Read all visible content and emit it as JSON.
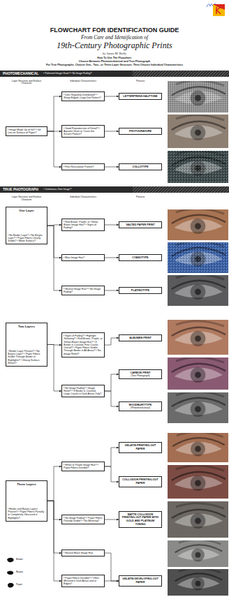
{
  "diagram": {
    "title": "FLOWCHART FOR IDENTIFICATION GUIDE",
    "nodes": [
      {
        "text": [
          "• Image Made Up of Ink? • Ink Lies on Surface of Paper?"
        ]
      },
      {
        "text": [
          "• Dots Regularly Distributed? • Sharp-Edged, Large Dot Pattern?"
        ]
      },
      {
        "text": [
          "LETTERPRESS HALFTONE"
        ]
      },
      {
        "text": [
          "• Good Reproduction of Detail? • Aquatint Grain or Cross-line Screen Pattern?"
        ]
      },
      {
        "text": [
          "PHOTOGRAVURE"
        ]
      },
      {
        "text": [
          "• Fine Reticulation Pattern?"
        ]
      },
      {
        "text": [
          "COLLOTYPE"
        ]
      },
      {
        "text": [
          "One Layer",
          "• No Binder Layer? • No Baryta Layer? • Paper Fibers Clearly Visible? • Matte Surface?"
        ]
      },
      {
        "text": [
          "• Red-Brown, Purple, or Yellow-Brown Image Hue? • Signs of Fading?"
        ]
      },
      {
        "text": [
          "SALTED PAPER PRINT"
        ]
      },
      {
        "text": [
          "• Blue Image Hue?"
        ]
      },
      {
        "text": [
          "CYANOTYPE"
        ]
      },
      {
        "text": [
          "• Neutral Image Hue? • No Image Fading?"
        ]
      },
      {
        "text": [
          "PLATINOTYPE"
        ]
      },
      {
        "text": [
          "Two Layers",
          "• Binder Layer Present? • No Baryta Layer? • Paper Fibers Visible Through Binder in Highlights? • Glossy Surface Sheen?"
        ]
      },
      {
        "text": [
          "• Signs of Fading? • Highlight Yellowing? • Red-Brown, Purple, or Yellow-Brown Image Hue? • If Binder is Cracked, Fine Cracks Overall? • Paper Fibers Visible Through Binder in All Areas? • No Image Relief?"
        ]
      },
      {
        "text": [
          "ALBUMEN PRINT"
        ]
      },
      {
        "text": [
          "• No Image Fading? • Image Relief? • If Binder is Cracked, Large Cracks in Dark Areas Only?"
        ]
      },
      {
        "text": [
          "CARBON PRINT",
          "(True Photograph)"
        ]
      },
      {
        "text": [
          "WOODBURYTYPE",
          "(Photomechanical)"
        ]
      },
      {
        "text": [
          "Three Layers",
          "• Binder and Baryta Layers Present? • Paper Fibers Partially or Completely Obscured in Highlights?"
        ]
      },
      {
        "text": [
          "• White or Purple Image Hue? • Paper Fibers Invisible?"
        ]
      },
      {
        "text": [
          "GELATIN PRINTING-OUT PAPER"
        ]
      },
      {
        "text": [
          "COLLODION PRINTING-OUT PAPER"
        ]
      },
      {
        "text": [
          "• No Image Fading? • Paper Fibers Partially Visible? • No Mirroring?"
        ]
      },
      {
        "text": [
          "MATTE COLLODION PRINTING-OUT PAPER WITH GOLD AND PLATINUM TONING"
        ]
      },
      {
        "text": [
          "• Neutral Black Image Hue"
        ]
      },
      {
        "text": [
          "• Paper Fibers Invisible? • Often Mirrored in Dark Areas and at Edges?"
        ]
      },
      {
        "text": [
          "GELATIN DEVELOPING-OUT PAPER"
        ]
      }
    ],
    "edges": [
      {
        "from": 0,
        "to": 1,
        "arrow": "to"
      },
      {
        "from": 0,
        "to": 3,
        "arrow": "to"
      },
      {
        "from": 0,
        "to": 5,
        "arrow": "to"
      },
      {
        "from": 1,
        "to": 2,
        "arrow": "to"
      },
      {
        "from": 3,
        "to": 4,
        "arrow": "to"
      },
      {
        "from": 5,
        "to": 6,
        "arrow": "to"
      },
      {
        "from": 7,
        "to": 8,
        "arrow": "to"
      },
      {
        "from": 7,
        "to": 10,
        "arrow": "to"
      },
      {
        "from": 7,
        "to": 12,
        "arrow": "to"
      },
      {
        "from": 8,
        "to": 9,
        "arrow": "to"
      },
      {
        "from": 10,
        "to": 11,
        "arrow": "to"
      },
      {
        "from": 12,
        "to": 13,
        "arrow": "to"
      },
      {
        "from": 14,
        "to": 15,
        "arrow": "to"
      },
      {
        "from": 14,
        "to": 17,
        "arrow": "to"
      },
      {
        "from": 15,
        "to": 16,
        "arrow": "to"
      },
      {
        "from": 17,
        "to": 18,
        "arrow": "to"
      },
      {
        "from": 17,
        "to": 19,
        "arrow": "to"
      },
      {
        "from": 20,
        "to": 21,
        "arrow": "to"
      },
      {
        "from": 20,
        "to": 24,
        "arrow": "to"
      },
      {
        "from": 20,
        "to": 26,
        "arrow": "to"
      },
      {
        "from": 20,
        "to": 27,
        "arrow": "to"
      },
      {
        "from": 21,
        "to": 22,
        "arrow": "to"
      },
      {
        "from": 21,
        "to": 23,
        "arrow": "to"
      },
      {
        "from": 24,
        "to": 25,
        "arrow": "to"
      },
      {
        "from": 26,
        "to": 28,
        "arrow": "to"
      },
      {
        "from": 27,
        "to": 28,
        "arrow": "to"
      }
    ],
    "labels": [
      "From Care and Identification of",
      "19th-Century Photographic Prints",
      "by James M. Reilly",
      "How To Use The Flowchart:",
      "Choose Between Photomechanical and True Photograph",
      "For True Photographs, Choose One-, Two-, or Three-Layer Structure, Then Choose Individual Characteristics",
      "PHOTOMECHANICAL",
      "• Patterned Image Grain? • No Image Fading?",
      "Layer Structure and Surface Character",
      "Individual Characteristics",
      "Process",
      "TRUE PHOTOGRAPH",
      "• Continuous-Tone Image?",
      "Layer Structure and Surface Character",
      "Individual Characteristics",
      "Process",
      "Binder",
      "Baryta",
      "Paper"
    ]
  }
}
